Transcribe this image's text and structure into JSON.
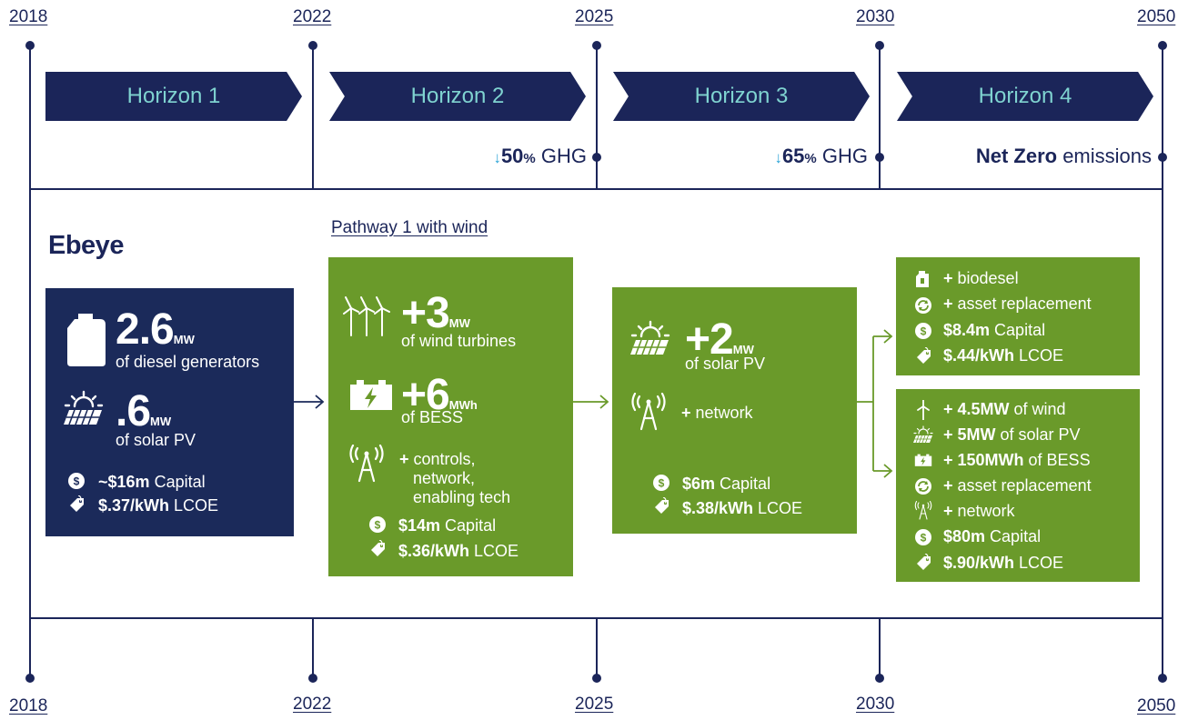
{
  "years": [
    "2018",
    "2022",
    "2025",
    "2030",
    "2050"
  ],
  "horizons": [
    "Horizon 1",
    "Horizon 2",
    "Horizon 3",
    "Horizon 4"
  ],
  "targets": {
    "t1": {
      "arrow": "↓",
      "value": "50",
      "pct": "%",
      "text": " GHG"
    },
    "t2": {
      "arrow": "↓",
      "value": "65",
      "pct": "%",
      "text": " GHG"
    },
    "t3": {
      "bold": "Net Zero",
      "text": " emissions"
    }
  },
  "place": "Ebeye",
  "pathway_label": "Pathway 1 with wind",
  "box1": {
    "diesel_value": "2.6",
    "diesel_unit": "MW",
    "diesel_sub": "of diesel generators",
    "solar_value": ".6",
    "solar_unit": "MW",
    "solar_sub": "of solar PV",
    "capital_bold": "~$16m",
    "capital_text": " Capital",
    "lcoe_bold": "$.37/kWh",
    "lcoe_text": " LCOE"
  },
  "box2": {
    "wind_value": "+3",
    "wind_unit": "MW",
    "wind_sub": "of wind turbines",
    "bess_value": "+6",
    "bess_unit": "MWh",
    "bess_sub": "of BESS",
    "controls": [
      "controls,",
      "network,",
      "enabling tech"
    ],
    "capital_bold": "$14m",
    "capital_text": " Capital",
    "lcoe_bold": "$.36/kWh",
    "lcoe_text": " LCOE"
  },
  "box3": {
    "solar_value": "+2",
    "solar_unit": "MW",
    "solar_sub": "of solar PV",
    "network": "network",
    "capital_bold": "$6m",
    "capital_text": " Capital",
    "lcoe_bold": "$.38/kWh",
    "lcoe_text": " LCOE"
  },
  "box4a": {
    "items": [
      {
        "icon": "fuel-can-icon",
        "bold": "+",
        "text": " biodesel"
      },
      {
        "icon": "replace-icon",
        "bold": "+",
        "text": " asset replacement"
      },
      {
        "icon": "dollar-icon",
        "bold": "$8.4m",
        "text": " Capital"
      },
      {
        "icon": "price-tag-icon",
        "bold": "$.44/kWh",
        "text": " LCOE"
      }
    ]
  },
  "box4b": {
    "items": [
      {
        "icon": "wind-turbine-icon",
        "bold": "+ 4.5MW",
        "text": " of wind"
      },
      {
        "icon": "solar-panel-icon",
        "bold": "+ 5MW",
        "text": " of solar PV"
      },
      {
        "icon": "battery-icon",
        "bold": "+ 150MWh",
        "text": " of BESS"
      },
      {
        "icon": "replace-icon",
        "bold": "+",
        "text": " asset replacement"
      },
      {
        "icon": "antenna-icon",
        "bold": "+",
        "text": " network"
      },
      {
        "icon": "dollar-icon",
        "bold": "$80m",
        "text": " Capital"
      },
      {
        "icon": "price-tag-icon",
        "bold": "$.90/kWh",
        "text": " LCOE"
      }
    ]
  },
  "colors": {
    "navy": "#1b2a5a",
    "green": "#6a9a2a",
    "teal": "#7fd3d0",
    "arrow_blue": "#2aa3d6"
  }
}
